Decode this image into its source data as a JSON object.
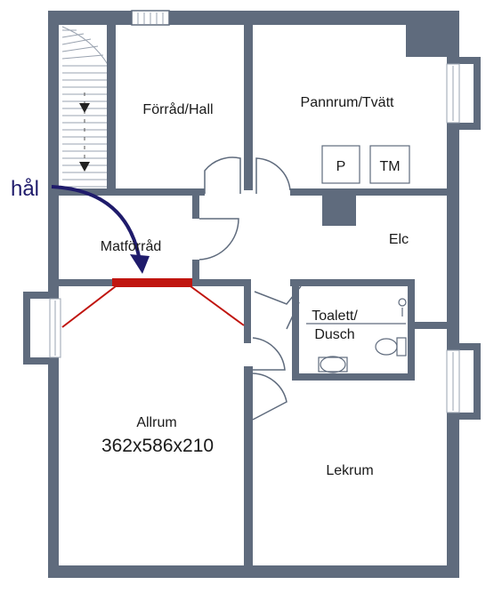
{
  "rooms": {
    "storage_hall": "Förråd/Hall",
    "boiler_laundry": "Pannrum/Tvätt",
    "boiler_box": "P",
    "laundry_box": "TM",
    "pantry": "Matförråd",
    "electrical": "Elc",
    "toilet_line1": "Toalett/",
    "toilet_line2": "Dusch",
    "family_room": "Allrum",
    "family_room_dims": "362x586x210",
    "play_room": "Lekrum"
  },
  "annotation": {
    "label": "hål"
  },
  "colors": {
    "wall": "#5f6b7d",
    "highlight": "#c0150f",
    "arrow": "#1f1b6b",
    "background": "#ffffff"
  }
}
